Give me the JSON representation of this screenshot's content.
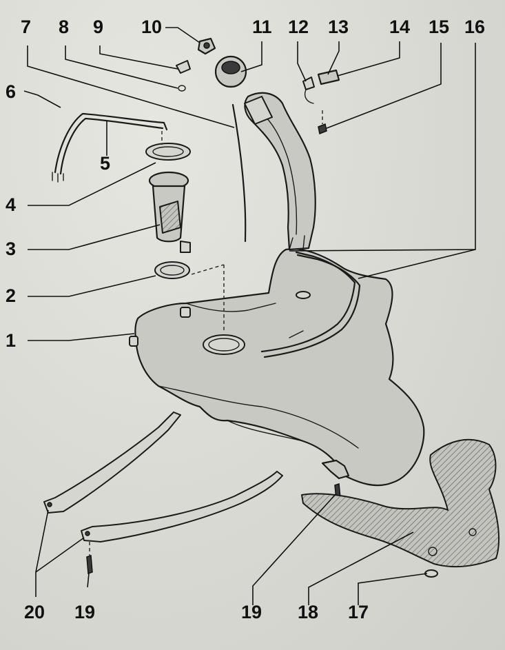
{
  "callouts": [
    {
      "id": "c1",
      "text": "1"
    },
    {
      "id": "c2",
      "text": "2"
    },
    {
      "id": "c3",
      "text": "3"
    },
    {
      "id": "c4",
      "text": "4"
    },
    {
      "id": "c5",
      "text": "5"
    },
    {
      "id": "c6",
      "text": "6"
    },
    {
      "id": "c7",
      "text": "7"
    },
    {
      "id": "c8",
      "text": "8"
    },
    {
      "id": "c9",
      "text": "9"
    },
    {
      "id": "c10",
      "text": "10"
    },
    {
      "id": "c11",
      "text": "11"
    },
    {
      "id": "c12",
      "text": "12"
    },
    {
      "id": "c13",
      "text": "13"
    },
    {
      "id": "c14",
      "text": "14"
    },
    {
      "id": "c15",
      "text": "15"
    },
    {
      "id": "c16",
      "text": "16"
    },
    {
      "id": "c17",
      "text": "17"
    },
    {
      "id": "c18",
      "text": "18"
    },
    {
      "id": "c19a",
      "text": "19"
    },
    {
      "id": "c19b",
      "text": "19"
    },
    {
      "id": "c20",
      "text": "20"
    }
  ]
}
